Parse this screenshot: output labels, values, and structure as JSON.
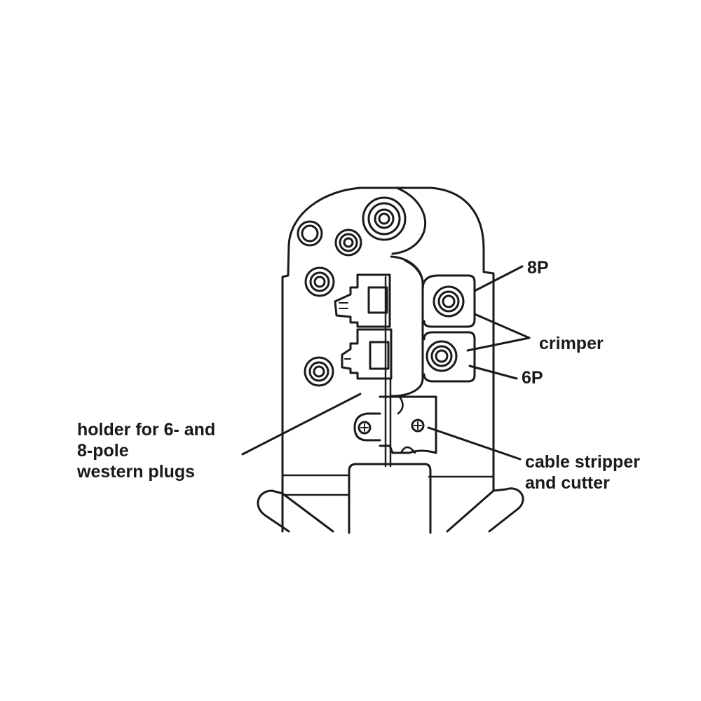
{
  "labels": {
    "p8": "8P",
    "crimper": "crimper",
    "p6": "6P",
    "holder": [
      "holder for 6- and",
      "8-pole",
      "western plugs"
    ],
    "stripper": [
      "cable stripper",
      "and cutter"
    ]
  },
  "colors": {
    "stroke": "#1a1a1a",
    "background": "#ffffff"
  }
}
